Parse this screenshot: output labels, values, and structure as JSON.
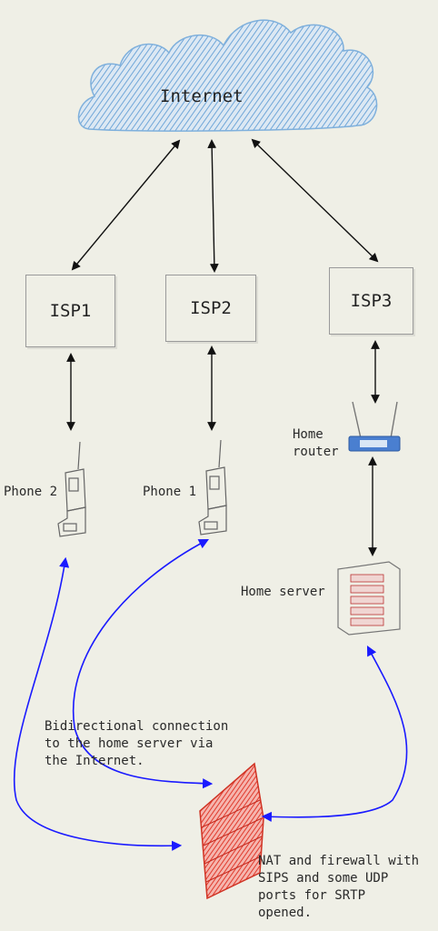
{
  "cloud": {
    "label": "Internet"
  },
  "isps": [
    {
      "label": "ISP1"
    },
    {
      "label": "ISP2"
    },
    {
      "label": "ISP3"
    }
  ],
  "devices": {
    "phone2": "Phone 2",
    "phone1": "Phone 1",
    "router": "Home\nrouter",
    "server": "Home server"
  },
  "notes": {
    "connection": "Bidirectional connection\nto the home server via\nthe Internet.",
    "firewall": "NAT and firewall with\nSIPS and some UDP\nports for SRTP\nopened."
  },
  "colors": {
    "cloud": "#5b9bd5",
    "arrow_black": "#111111",
    "arrow_blue": "#1a1aff",
    "firewall": "#e23b2e",
    "router": "#4a7fd0",
    "server_led": "#c0392b"
  }
}
